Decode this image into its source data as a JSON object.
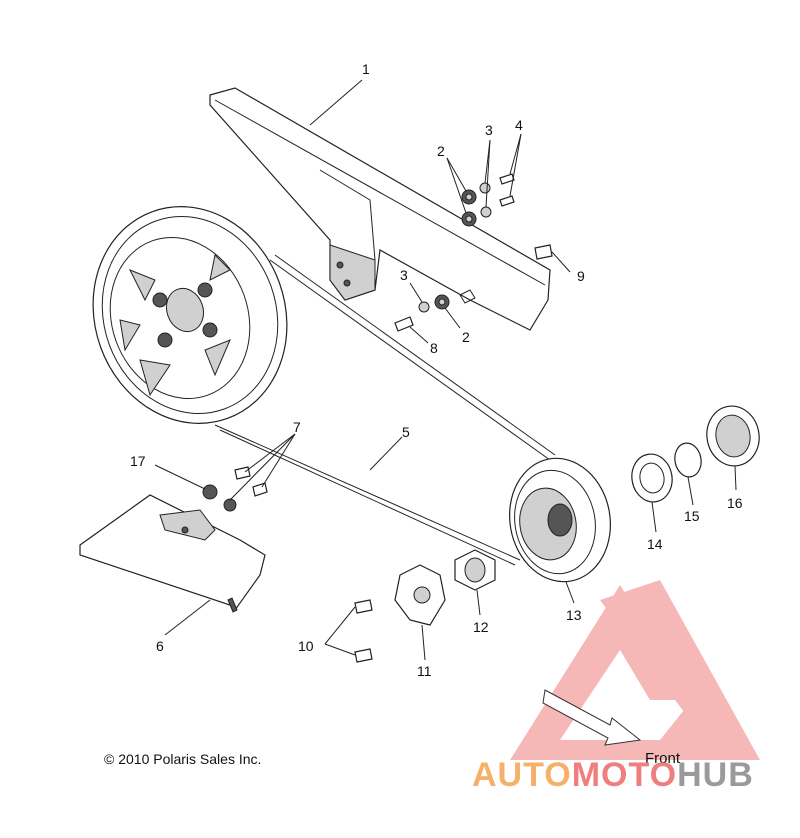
{
  "copyright": "© 2010 Polaris Sales Inc.",
  "direction_label": "Front",
  "watermark": {
    "part1": "AUTO",
    "part2": "MOTO",
    "part3": "HUB",
    "colors": {
      "orange": "#f5b06a",
      "red": "#f07e7e",
      "gray": "#9a9a9a"
    }
  },
  "callouts": {
    "c1": "1",
    "c2a": "2",
    "c2b": "2",
    "c3a": "3",
    "c3b": "3",
    "c4": "4",
    "c5": "5",
    "c6": "6",
    "c7": "7",
    "c8": "8",
    "c9": "9",
    "c10": "10",
    "c11": "11",
    "c12": "12",
    "c13": "13",
    "c14": "14",
    "c15": "15",
    "c16": "16",
    "c17": "17"
  }
}
